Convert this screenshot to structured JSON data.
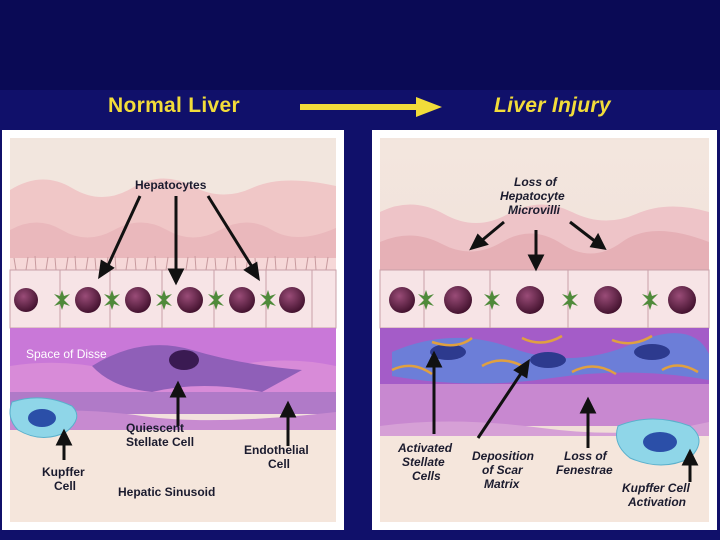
{
  "header": {
    "left_title": "Normal Liver",
    "right_title": "Liver Injury"
  },
  "normal": {
    "hepatocytes": "Hepatocytes",
    "space_of_disse": "Space of Disse",
    "quiescent_line1": "Quiescent",
    "quiescent_line2": "Stellate Cell",
    "endothelial_line1": "Endothelial",
    "endothelial_line2": "Cell",
    "kupffer_line1": "Kupffer",
    "kupffer_line2": "Cell",
    "sinusoid": "Hepatic Sinusoid"
  },
  "injury": {
    "microvilli_line1": "Loss of",
    "microvilli_line2": "Hepatocyte",
    "microvilli_line3": "Microvilli",
    "activated_line1": "Activated",
    "activated_line2": "Stellate",
    "activated_line3": "Cells",
    "scar_line1": "Deposition",
    "scar_line2": "of Scar",
    "scar_line3": "Matrix",
    "fenestrae_line1": "Loss of",
    "fenestrae_line2": "Fenestrae",
    "kupffer_act_line1": "Kupffer Cell",
    "kupffer_act_line2": "Activation"
  },
  "colors": {
    "background_top": "#0a0a55",
    "background": "#10106a",
    "title_yellow": "#f2dc3a",
    "cytoplasm": "#f3dde0",
    "stellate_purple": "#8f5fb8",
    "nucleus": "#5a1e3c",
    "kupffer_cyan": "#8fd6e8"
  }
}
